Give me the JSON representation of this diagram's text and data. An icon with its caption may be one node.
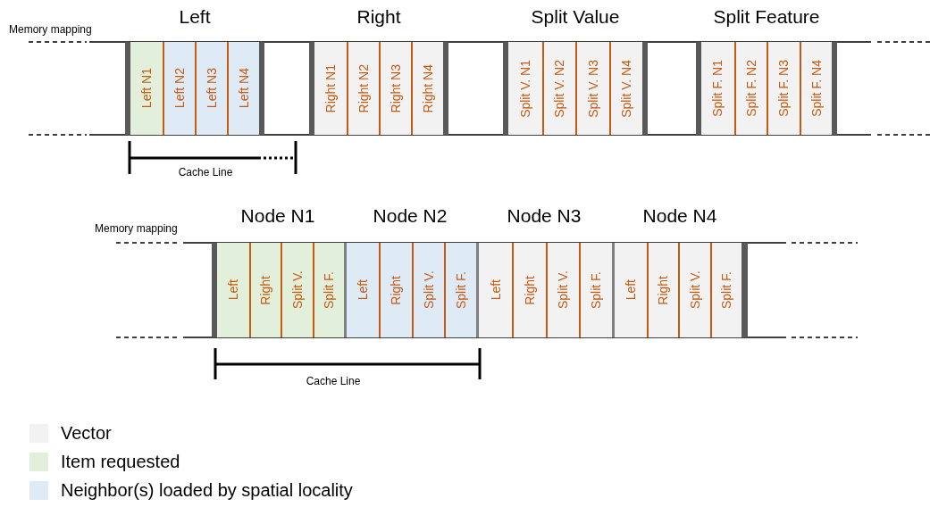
{
  "diagram": {
    "nodes": [
      {
        "text": [
          "Left"
        ]
      },
      {
        "text": [
          "Left N1"
        ],
        "in": 0
      },
      {
        "text": [
          "Left N2"
        ],
        "in": 0
      },
      {
        "text": [
          "Left N3"
        ],
        "in": 0
      },
      {
        "text": [
          "Left N4"
        ],
        "in": 0
      },
      {
        "text": [
          "Right"
        ]
      },
      {
        "text": [
          "Right N1"
        ],
        "in": 5
      },
      {
        "text": [
          "Right N2"
        ],
        "in": 5
      },
      {
        "text": [
          "Right N3"
        ],
        "in": 5
      },
      {
        "text": [
          "Right N4"
        ],
        "in": 5
      },
      {
        "text": [
          "Split Value"
        ]
      },
      {
        "text": [
          "Split V. N1"
        ],
        "in": 10
      },
      {
        "text": [
          "Split V. N2"
        ],
        "in": 10
      },
      {
        "text": [
          "Split V. N3"
        ],
        "in": 10
      },
      {
        "text": [
          "Split V. N4"
        ],
        "in": 10
      },
      {
        "text": [
          "Split Feature"
        ]
      },
      {
        "text": [
          "Split F. N1"
        ],
        "in": 15
      },
      {
        "text": [
          "Split F. N2"
        ],
        "in": 15
      },
      {
        "text": [
          "Split F. N3"
        ],
        "in": 15
      },
      {
        "text": [
          "Split F. N4"
        ],
        "in": 15
      },
      {
        "text": [
          "Node N1"
        ]
      },
      {
        "text": [
          "Left"
        ],
        "in": 20
      },
      {
        "text": [
          "Right"
        ],
        "in": 20
      },
      {
        "text": [
          "Split V."
        ],
        "in": 20
      },
      {
        "text": [
          "Split F."
        ],
        "in": 20
      },
      {
        "text": [
          "Node N2"
        ]
      },
      {
        "text": [
          "Left"
        ],
        "in": 25
      },
      {
        "text": [
          "Right"
        ],
        "in": 25
      },
      {
        "text": [
          "Split V."
        ],
        "in": 25
      },
      {
        "text": [
          "Split F."
        ],
        "in": 25
      },
      {
        "text": [
          "Node N3"
        ]
      },
      {
        "text": [
          "Left"
        ],
        "in": 30
      },
      {
        "text": [
          "Right"
        ],
        "in": 30
      },
      {
        "text": [
          "Split V."
        ],
        "in": 30
      },
      {
        "text": [
          "Split F."
        ],
        "in": 30
      },
      {
        "text": [
          "Node N4"
        ]
      },
      {
        "text": [
          "Left"
        ],
        "in": 35
      },
      {
        "text": [
          "Right"
        ],
        "in": 35
      },
      {
        "text": [
          "Split V."
        ],
        "in": 35
      },
      {
        "text": [
          "Split F."
        ],
        "in": 35
      }
    ],
    "edges": [],
    "labels": [
      "Memory mapping",
      "Cache Line",
      "Memory mapping",
      "Cache Line"
    ],
    "legend": [
      {
        "text": "Vector",
        "color": "#f2f2f2"
      },
      {
        "text": "Item requested",
        "color": "#e2efda"
      },
      {
        "text": "Neighbor(s) loaded by spatial locality",
        "color": "#deebf7"
      }
    ]
  }
}
